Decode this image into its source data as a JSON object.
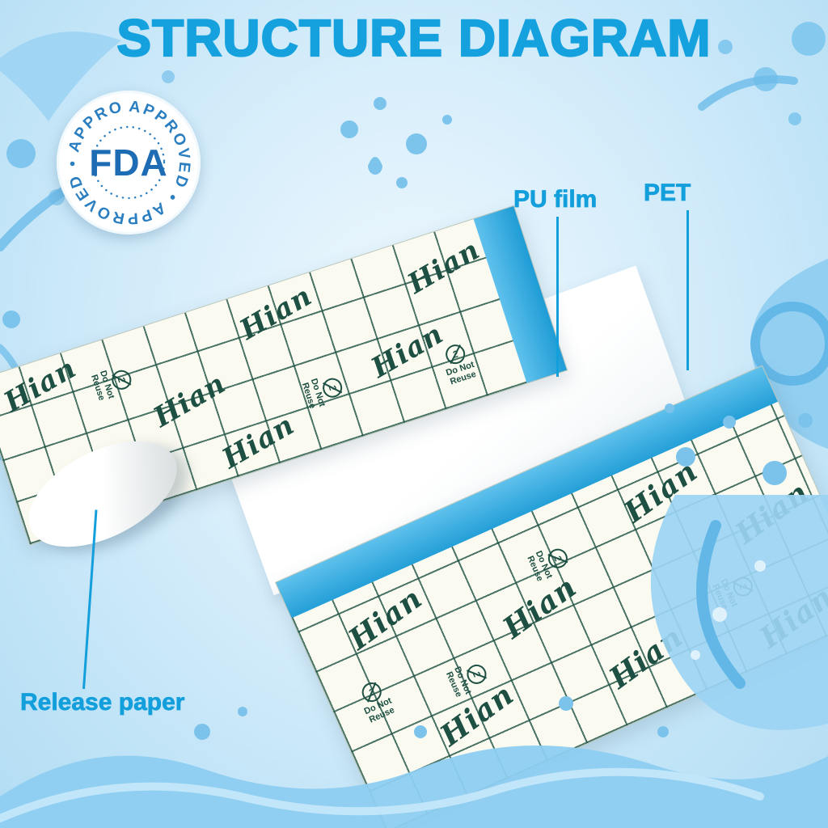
{
  "title": "STRUCTURE DIAGRAM",
  "badge": {
    "center": "FDA",
    "ring": "APPROVED • APPROVED • APPROVED •"
  },
  "callouts": {
    "pu_film": "PU film",
    "pet": "PET",
    "release_paper": "Release paper"
  },
  "sheets": {
    "brand": "Hian",
    "do_not_reuse": {
      "symbol": "2",
      "line1": "Do Not",
      "line2": "Reuse"
    }
  },
  "colors": {
    "background": "#cfe9f8",
    "title_blue": "#15a1de",
    "callout_blue": "#139fdb",
    "badge_blue": "#1d6cb4",
    "grid_green": "#1d4f43",
    "pet_strip_blue": "#2ba3dc",
    "sheet_white": "#fbfaf0",
    "splash_blue": "#8ecdf1"
  }
}
